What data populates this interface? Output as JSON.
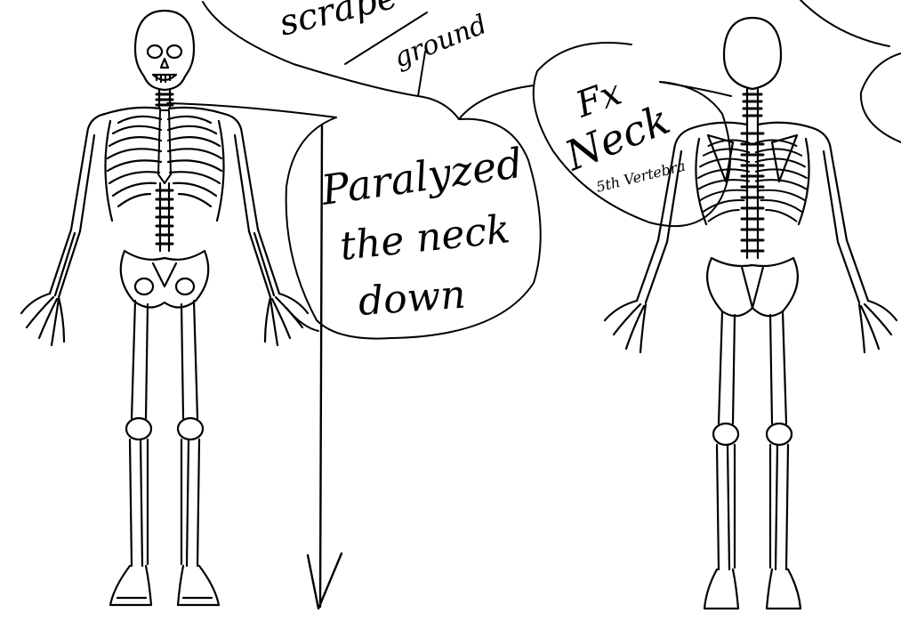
{
  "document": {
    "type": "skeletal body chart with handwritten annotations",
    "figures": [
      {
        "id": "anterior",
        "view": "front"
      },
      {
        "id": "posterior",
        "view": "back"
      }
    ],
    "annotations": [
      {
        "id": "top-partial",
        "lines": [
          "scrape",
          "ground"
        ],
        "partially_visible": true
      },
      {
        "id": "paralyzed",
        "lines": [
          "Paralyzed",
          "the neck",
          "down"
        ]
      },
      {
        "id": "fx-neck",
        "lines": [
          "Fx",
          "Neck",
          "5th Vertebra"
        ]
      },
      {
        "id": "right-edge",
        "lines": [],
        "partially_visible": true
      }
    ],
    "colors": {
      "ink": "#000000",
      "paper": "#ffffff"
    }
  }
}
